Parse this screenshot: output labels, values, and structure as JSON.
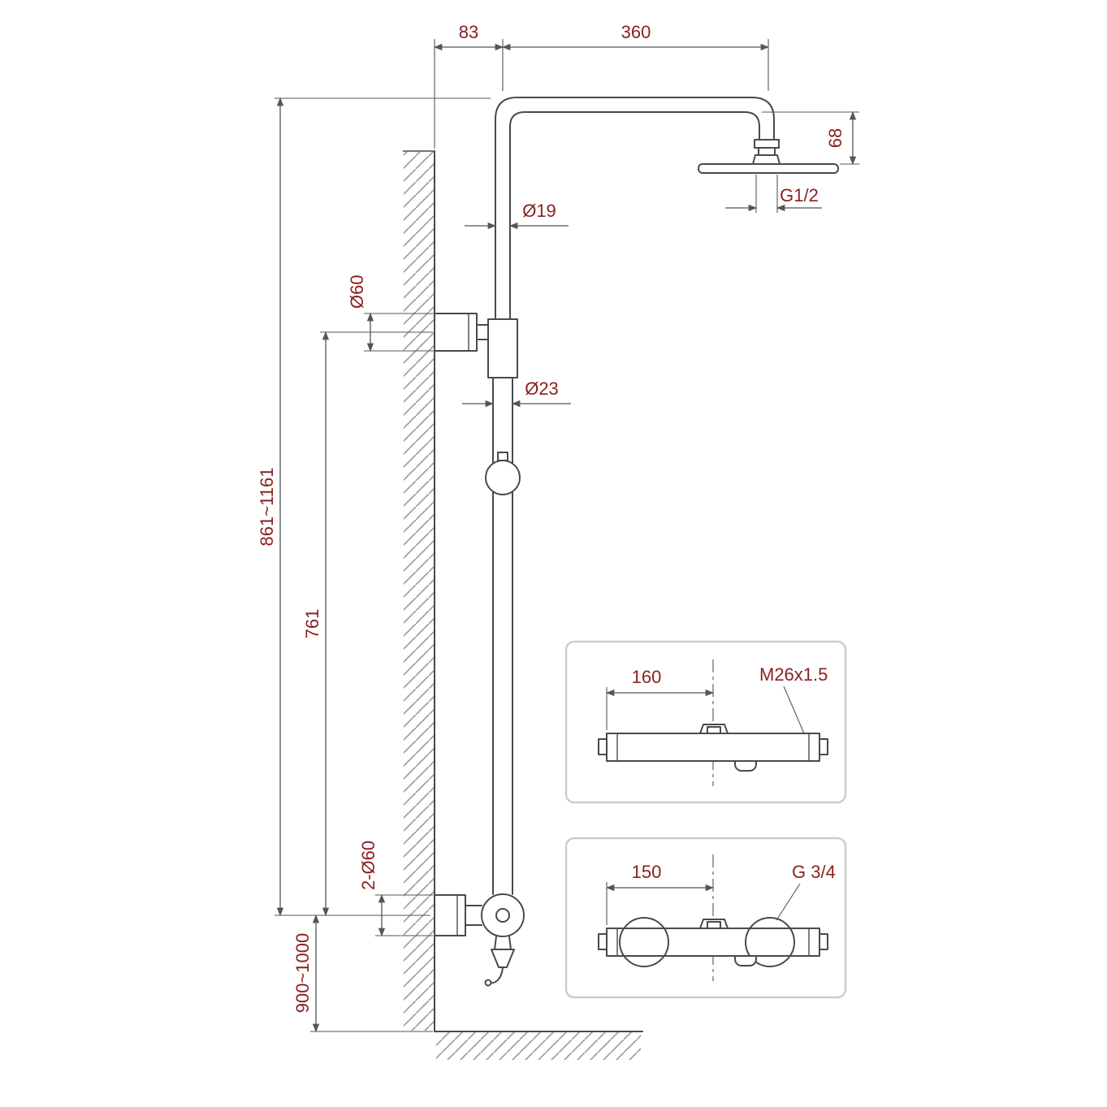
{
  "page": {
    "title": "Shower system dimensional drawing"
  },
  "colors": {
    "dimension_text": "#8b2020",
    "object_line": "#4a4a4a",
    "dimension_line": "#555555",
    "inset_border": "#c9ced4",
    "hatch": "#999999",
    "background": "#ffffff"
  },
  "dims": {
    "wall_to_riser": "83",
    "arm_reach": "360",
    "head_height": "68",
    "head_thread": "G1/2",
    "riser_diameter": "Ø19",
    "bracket_diameter": "Ø60",
    "column_diameter": "Ø23",
    "overall_height": "861~1161",
    "bracket_height": "761",
    "mixer_flange_diameter": "2-Ø60",
    "mixer_height": "900~1000"
  },
  "inset_top": {
    "center_distance": "160",
    "thread_label": "M26x1.5"
  },
  "inset_bottom": {
    "center_distance": "150",
    "thread_label": "G 3/4"
  }
}
